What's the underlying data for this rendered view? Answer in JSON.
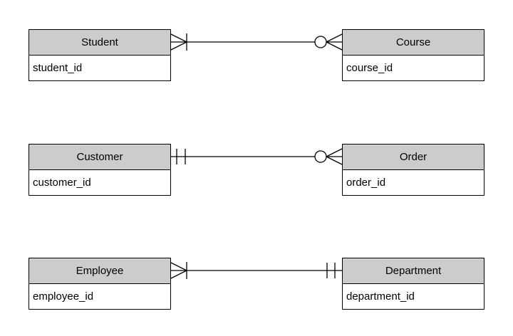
{
  "diagram": {
    "type": "entity-relationship",
    "notation": "crows-foot",
    "colors": {
      "header_fill": "#cccccc",
      "border": "#000000",
      "line": "#000000",
      "background": "#ffffff",
      "text": "#000000"
    },
    "entities": [
      {
        "name": "Student",
        "attributes": [
          "student_id"
        ]
      },
      {
        "name": "Course",
        "attributes": [
          "course_id"
        ]
      },
      {
        "name": "Customer",
        "attributes": [
          "customer_id"
        ]
      },
      {
        "name": "Order",
        "attributes": [
          "order_id"
        ]
      },
      {
        "name": "Employee",
        "attributes": [
          "employee_id"
        ]
      },
      {
        "name": "Department",
        "attributes": [
          "department_id"
        ]
      }
    ],
    "relationships": [
      {
        "from": "Student",
        "from_cardinality": "one-or-many",
        "to": "Course",
        "to_cardinality": "zero-or-many"
      },
      {
        "from": "Customer",
        "from_cardinality": "exactly-one",
        "to": "Order",
        "to_cardinality": "zero-or-many"
      },
      {
        "from": "Employee",
        "from_cardinality": "one-or-many",
        "to": "Department",
        "to_cardinality": "exactly-one"
      }
    ]
  }
}
